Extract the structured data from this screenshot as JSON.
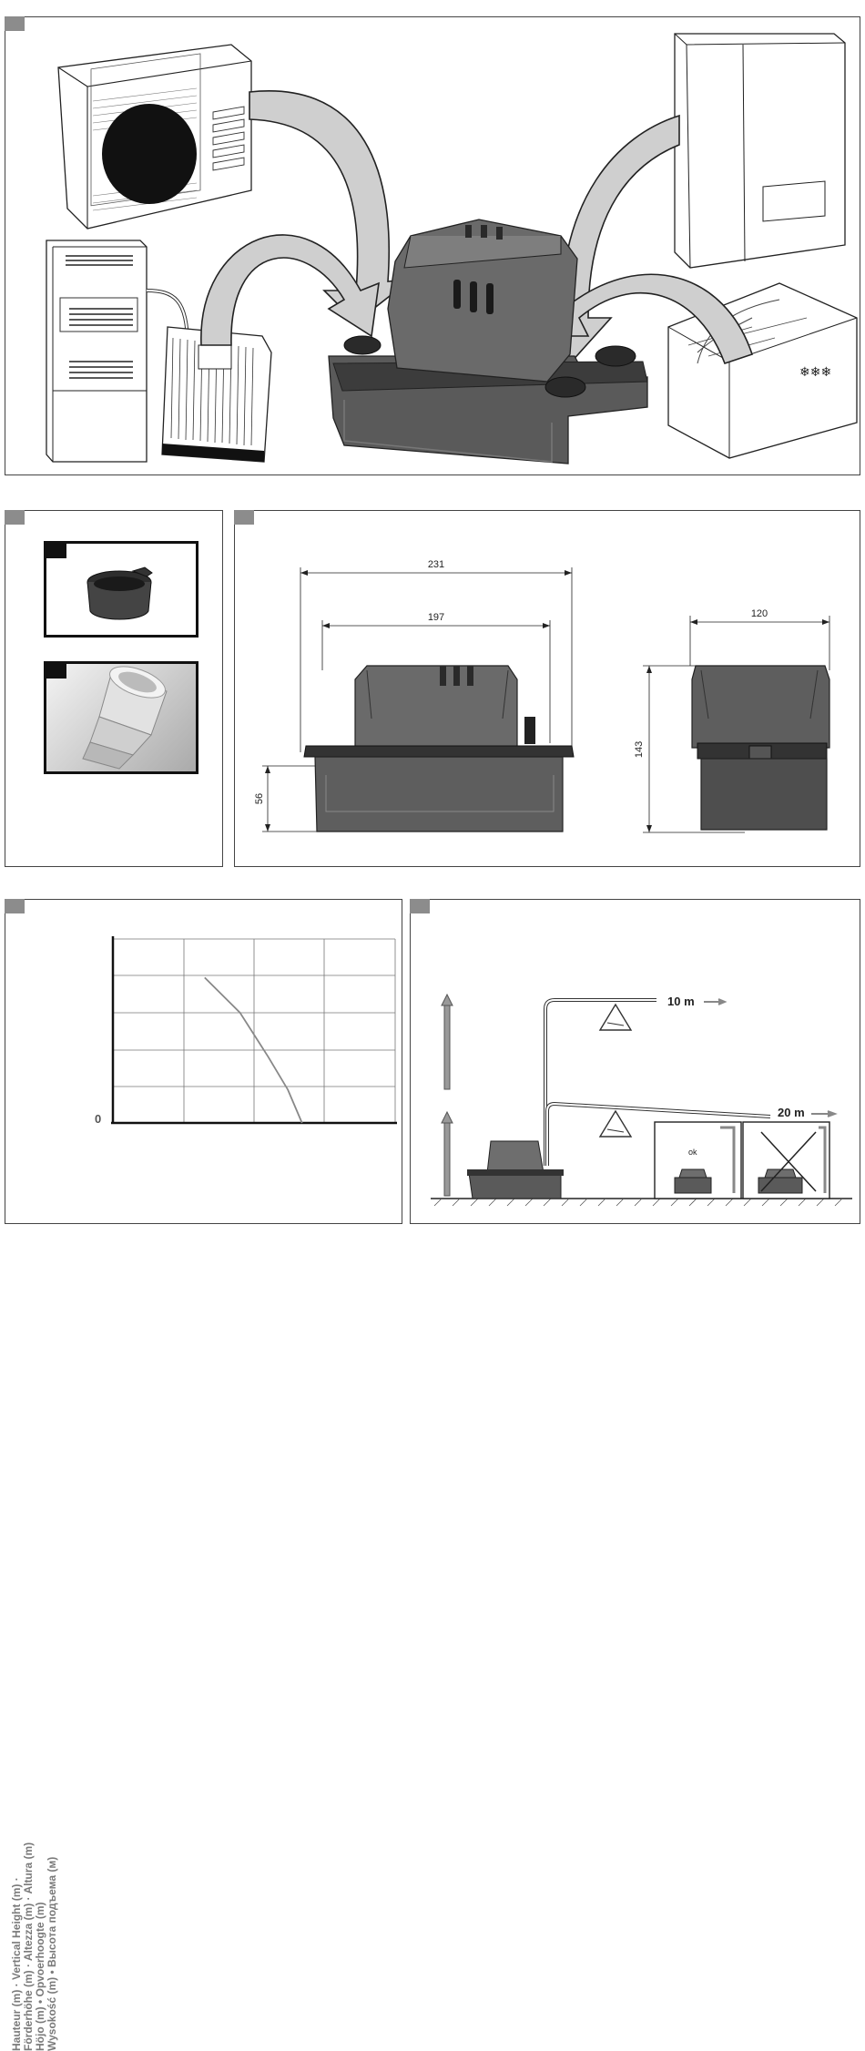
{
  "dimensions": {
    "total_width": "231",
    "body_width": "197",
    "depth": "120",
    "height": "143",
    "base_height": "56"
  },
  "chart": {
    "y_axis_lines": [
      "Hauteur (m) · Vertical Height (m) ·",
      "Förderhöhe (m) · Altezza (m) · Altura (m)",
      "Höjo (m) • Opvoerhoogte (m)",
      "Wysokość (m) • Высота подъема (м)"
    ],
    "zero_label": "0"
  },
  "chart_data": {
    "type": "line",
    "title": "",
    "xlabel": "",
    "ylabel": "Hauteur (m) · Vertical Height (m) · Förderhöhe (m) · Altezza (m) · Altura (m) · Höjo (m) • Opvoerhoogte (m) · Wysokość (m) • Высота подъема (м)",
    "grid": true,
    "y_tick_labels": [
      "0"
    ],
    "series": [
      {
        "values_normalized": [
          [
            0.325,
            0.79
          ],
          [
            0.45,
            0.6
          ],
          [
            0.55,
            0.36
          ],
          [
            0.62,
            0.18
          ],
          [
            0.67,
            0.0
          ]
        ]
      }
    ]
  },
  "installation": {
    "short_run": "10 m",
    "long_run": "20 m",
    "ok_label": "ok"
  },
  "colors": {
    "panel_border": "#444444",
    "tab": "#8c8c8c",
    "arrow_fill": "#cfcfcf",
    "pump_dark": "#5a5a5a"
  }
}
